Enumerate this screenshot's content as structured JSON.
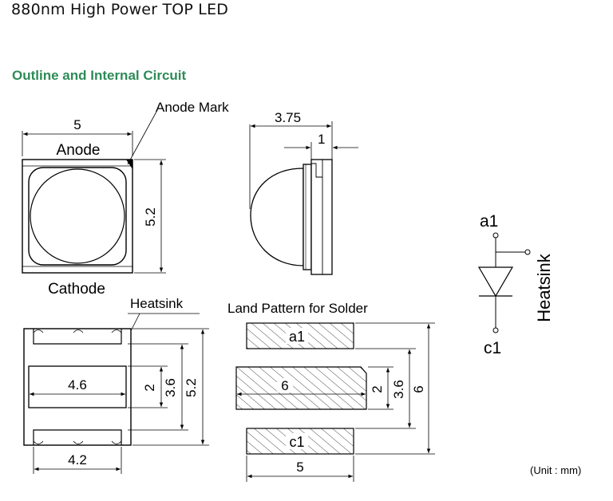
{
  "title": "880nm High Power TOP LED",
  "heading": "Outline and Internal Circuit",
  "unit_note": "(Unit : mm)",
  "top_view": {
    "width_dim": "5",
    "height_dim": "5.2",
    "anode_label": "Anode",
    "cathode_label": "Cathode",
    "anode_mark_label": "Anode Mark"
  },
  "side_view": {
    "length_dim": "3.75",
    "flange_dim": "1"
  },
  "bottom_view": {
    "heatsink_label": "Heatsink",
    "heatsink_width_dim": "4.6",
    "pad_span_dim": "4.2",
    "heatsink_height_dim": "2",
    "inner_height_dim": "3.6",
    "outer_height_dim": "5.2"
  },
  "land_pattern": {
    "title": "Land Pattern for Solder",
    "pad_a1": "a1",
    "pad_c1": "c1",
    "center_width_dim": "6",
    "pad_width_dim": "5",
    "center_height_dim": "2",
    "inner_height_dim": "3.6",
    "outer_height_dim": "6"
  },
  "circuit": {
    "anode_label": "a1",
    "cathode_label": "c1",
    "heatsink_label": "Heatsink"
  }
}
